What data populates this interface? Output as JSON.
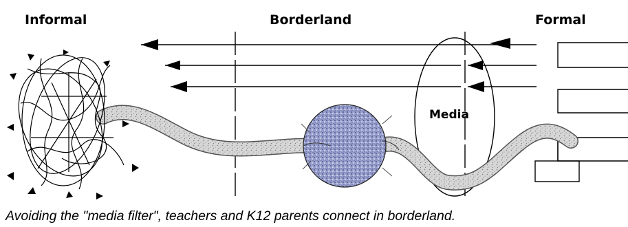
{
  "headers": {
    "informal": "Informal",
    "borderland": "Borderland",
    "formal": "Formal"
  },
  "media_label": "Media",
  "caption": "Avoiding the \"media filter\", teachers and K12 parents connect in borderland.",
  "colors": {
    "ink": "#000000",
    "background": "#ffffff",
    "path_fill": "#d7d7d7",
    "path_speckle": "#8c8c8c",
    "sphere_fill": "#9aa1cf",
    "sphere_speckle": "#3d4275"
  }
}
